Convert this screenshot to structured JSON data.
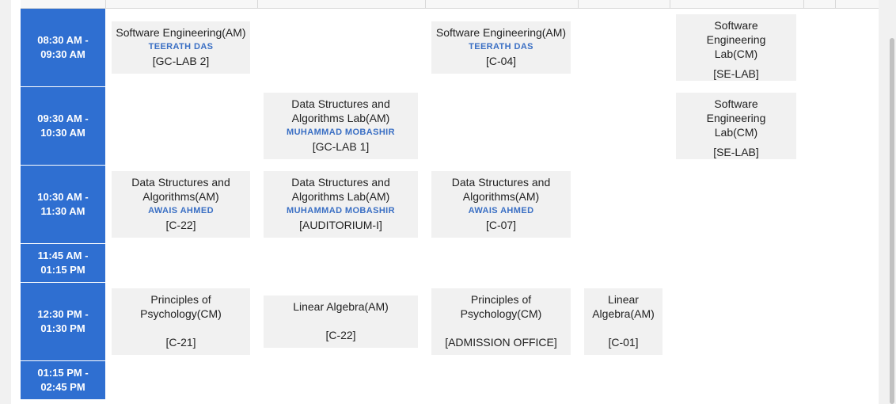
{
  "time_slots": [
    {
      "start": "08:30 AM -",
      "end": "09:30 AM"
    },
    {
      "start": "09:30 AM -",
      "end": "10:30 AM"
    },
    {
      "start": "10:30 AM -",
      "end": "11:30 AM"
    },
    {
      "start": "11:45 AM -",
      "end": "01:15 PM"
    },
    {
      "start": "12:30 PM -",
      "end": "01:30 PM"
    },
    {
      "start": "01:15 PM -",
      "end": "02:45 PM"
    }
  ],
  "classes": [
    {
      "course": "Software Engineering(AM)",
      "teacher": "TEERATH DAS",
      "room": "[GC-LAB 2]"
    },
    {
      "course": "Software Engineering(AM)",
      "teacher": "TEERATH DAS",
      "room": "[C-04]"
    },
    {
      "course": "Software Engineering Lab(CM)",
      "teacher": "",
      "room": "[SE-LAB]"
    },
    {
      "course": "Data Structures and Algorithms Lab(AM)",
      "teacher": "MUHAMMAD MOBASHIR",
      "room": "[GC-LAB 1]"
    },
    {
      "course": "Software Engineering Lab(CM)",
      "teacher": "",
      "room": "[SE-LAB]"
    },
    {
      "course": "Data Structures and Algorithms(AM)",
      "teacher": "AWAIS AHMED",
      "room": "[C-22]"
    },
    {
      "course": "Data Structures and Algorithms Lab(AM)",
      "teacher": "MUHAMMAD MOBASHIR",
      "room": "[AUDITORIUM-I]"
    },
    {
      "course": "Data Structures and Algorithms(AM)",
      "teacher": "AWAIS AHMED",
      "room": "[C-07]"
    },
    {
      "course": "Principles of Psychology(CM)",
      "teacher": "",
      "room": "[C-21]"
    },
    {
      "course": "Linear Algebra(AM)",
      "teacher": "",
      "room": "[C-22]"
    },
    {
      "course": "Principles of Psychology(CM)",
      "teacher": "",
      "room": "[ADMISSION OFFICE]"
    },
    {
      "course": "Linear Algebra(AM)",
      "teacher": "",
      "room": "[C-01]"
    }
  ],
  "colors": {
    "time_cell_bg": "#2f6fd1",
    "card_bg": "#f1f1f1",
    "teacher_text": "#3a6fc4"
  }
}
